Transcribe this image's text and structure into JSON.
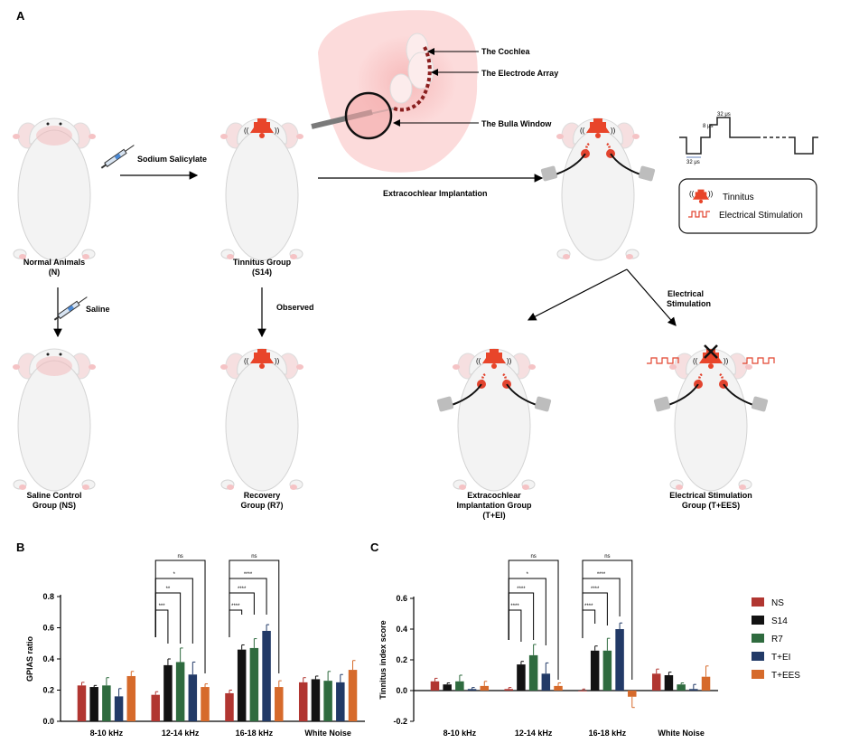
{
  "panel_labels": {
    "a": "A",
    "b": "B",
    "c": "C"
  },
  "panel_a": {
    "groups": {
      "normal": {
        "title": "Normal Animals",
        "code": "(N)"
      },
      "tinnitus": {
        "title": "Tinnitus Group",
        "code": "(S14)"
      },
      "saline": {
        "title": "Saline Control",
        "code": "Group (NS)"
      },
      "recovery": {
        "title": "Recovery",
        "code": "Group (R7)"
      },
      "implant": {
        "line1": "Extracochlear",
        "line2": "Implantation Group",
        "code": "(T+EI)"
      },
      "stim": {
        "title": "Electrical Stimulation",
        "code": "Group (T+EES)"
      }
    },
    "arrows": {
      "sodium": "Sodium Salicylate",
      "saline": "Saline",
      "observed": "Observed",
      "implantation": "Extracochlear Implantation",
      "stim1": "Electrical",
      "stim2": "Stimulation"
    },
    "anatomy": {
      "cochlea": "The Cochlea",
      "electrode": "The Electrode Array",
      "bulla": "The Bulla Window"
    },
    "waveform": {
      "w1": "32 μs",
      "w2": "8 μs",
      "w3": "32 μs"
    },
    "legend": {
      "tinnitus": "Tinnitus",
      "stim": "Electrical Stimulation"
    }
  },
  "colors": {
    "NS": "#b13631",
    "S14": "#121212",
    "R7": "#2f6b3f",
    "TEI": "#223a67",
    "TEES": "#d66a2b"
  },
  "legend_series": [
    "NS",
    "S14",
    "R7",
    "T+EI",
    "T+EES"
  ],
  "chart_data": [
    {
      "type": "bar",
      "panel": "B",
      "categories": [
        "8-10 kHz",
        "12-14 kHz",
        "16-18 kHz",
        "White Noise"
      ],
      "ylabel": "GPIAS ratio",
      "ylim": [
        0,
        0.8
      ],
      "yticks": [
        "0.0",
        "0.2",
        "0.4",
        "0.6",
        "0.8"
      ],
      "series": [
        {
          "name": "NS",
          "values": [
            0.23,
            0.17,
            0.18,
            0.25
          ],
          "errors": [
            0.02,
            0.02,
            0.02,
            0.03
          ]
        },
        {
          "name": "S14",
          "values": [
            0.22,
            0.36,
            0.46,
            0.27
          ],
          "errors": [
            0.01,
            0.04,
            0.03,
            0.02
          ]
        },
        {
          "name": "R7",
          "values": [
            0.23,
            0.38,
            0.47,
            0.26
          ],
          "errors": [
            0.05,
            0.09,
            0.06,
            0.06
          ]
        },
        {
          "name": "T+EI",
          "values": [
            0.16,
            0.3,
            0.58,
            0.25
          ],
          "errors": [
            0.05,
            0.08,
            0.04,
            0.05
          ]
        },
        {
          "name": "T+EES",
          "values": [
            0.29,
            0.22,
            0.22,
            0.33
          ],
          "errors": [
            0.03,
            0.02,
            0.04,
            0.06
          ]
        }
      ],
      "significance": [
        {
          "category": "12-14 kHz",
          "labels": [
            "***",
            "**",
            "*",
            "ns"
          ]
        },
        {
          "category": "16-18 kHz",
          "labels": [
            "****",
            "****",
            "****",
            "ns"
          ]
        }
      ]
    },
    {
      "type": "bar",
      "panel": "C",
      "categories": [
        "8-10 kHz",
        "12-14 kHz",
        "16-18 kHz",
        "White Noise"
      ],
      "ylabel": "Tinnitus index score",
      "ylim": [
        -0.2,
        0.6
      ],
      "yticks": [
        "-0.2",
        "0.0",
        "0.2",
        "0.4",
        "0.6"
      ],
      "series": [
        {
          "name": "NS",
          "values": [
            0.06,
            0.01,
            0.0,
            0.11
          ],
          "errors": [
            0.02,
            0.01,
            0.01,
            0.03
          ]
        },
        {
          "name": "S14",
          "values": [
            0.04,
            0.17,
            0.26,
            0.1
          ],
          "errors": [
            0.01,
            0.02,
            0.03,
            0.02
          ]
        },
        {
          "name": "R7",
          "values": [
            0.06,
            0.23,
            0.26,
            0.04
          ],
          "errors": [
            0.04,
            0.07,
            0.08,
            0.01
          ]
        },
        {
          "name": "T+EI",
          "values": [
            0.01,
            0.11,
            0.4,
            0.01
          ],
          "errors": [
            0.01,
            0.07,
            0.04,
            0.03
          ]
        },
        {
          "name": "T+EES",
          "values": [
            0.03,
            0.03,
            -0.04,
            0.09
          ],
          "errors": [
            0.03,
            0.02,
            0.07,
            0.07
          ]
        }
      ],
      "significance": [
        {
          "category": "12-14 kHz",
          "labels": [
            "****",
            "****",
            "*",
            "ns"
          ]
        },
        {
          "category": "16-18 kHz",
          "labels": [
            "****",
            "****",
            "****",
            "ns"
          ]
        }
      ]
    }
  ]
}
